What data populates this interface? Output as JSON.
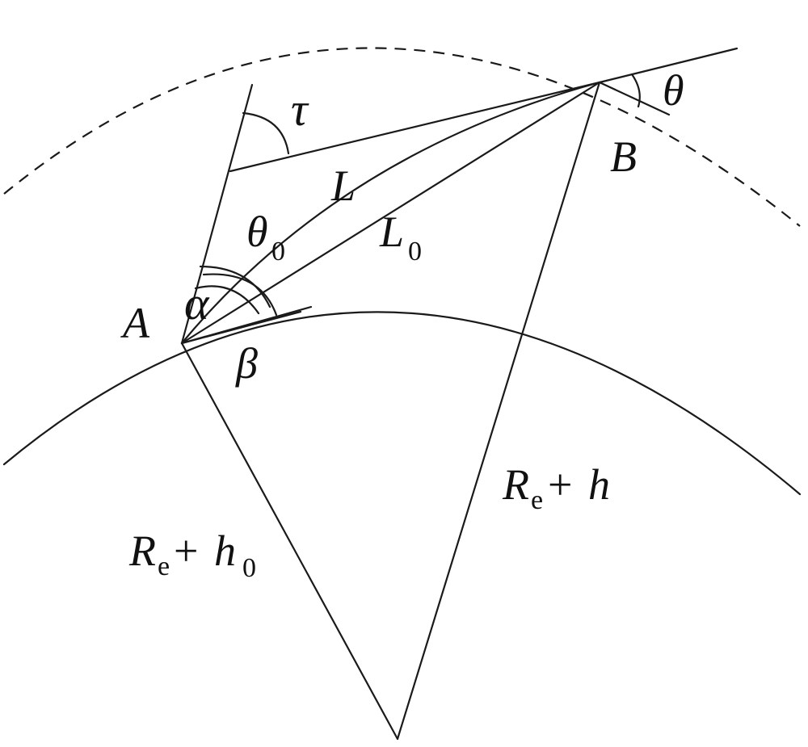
{
  "colors": {
    "stroke": "#1a1a1a",
    "text": "#111111",
    "background": "#ffffff"
  },
  "labels": {
    "tau": "τ",
    "theta": "θ",
    "B": "B",
    "L": "L",
    "theta0_sym": "θ",
    "theta0_sub": "0",
    "L0_sym": "L",
    "L0_sub": "0",
    "alpha": "α",
    "A": "A",
    "beta": "β",
    "rh_R": "R",
    "rh_sub": "e",
    "rh_op": "+",
    "rh_h": "h",
    "rh0_R": "R",
    "rh0_sub": "e",
    "rh0_op": "+",
    "rh0_h": "h",
    "rh0_hsub": "0"
  }
}
